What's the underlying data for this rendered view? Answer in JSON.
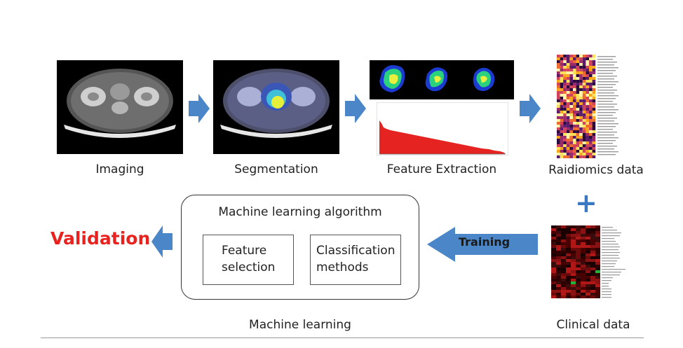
{
  "pipeline": {
    "imaging_label": "Imaging",
    "segmentation_label": "Segmentation",
    "feature_extraction_label": "Feature Extraction",
    "radiomics_label": "Raidiomics data",
    "clinical_label": "Clinical data"
  },
  "machine_learning": {
    "title": "Machine learning algorithm",
    "feature_selection_line1": "Feature",
    "feature_selection_line2": "selection",
    "classification_line1": "Classification",
    "classification_line2": "methods",
    "caption": "Machine learning"
  },
  "validation_label": "Validation",
  "training_label": "Training",
  "plus_sign": "+",
  "colors": {
    "arrow_blue": "#4a86c8",
    "validation_red": "#e8231f",
    "histogram_red": "#e52421"
  }
}
